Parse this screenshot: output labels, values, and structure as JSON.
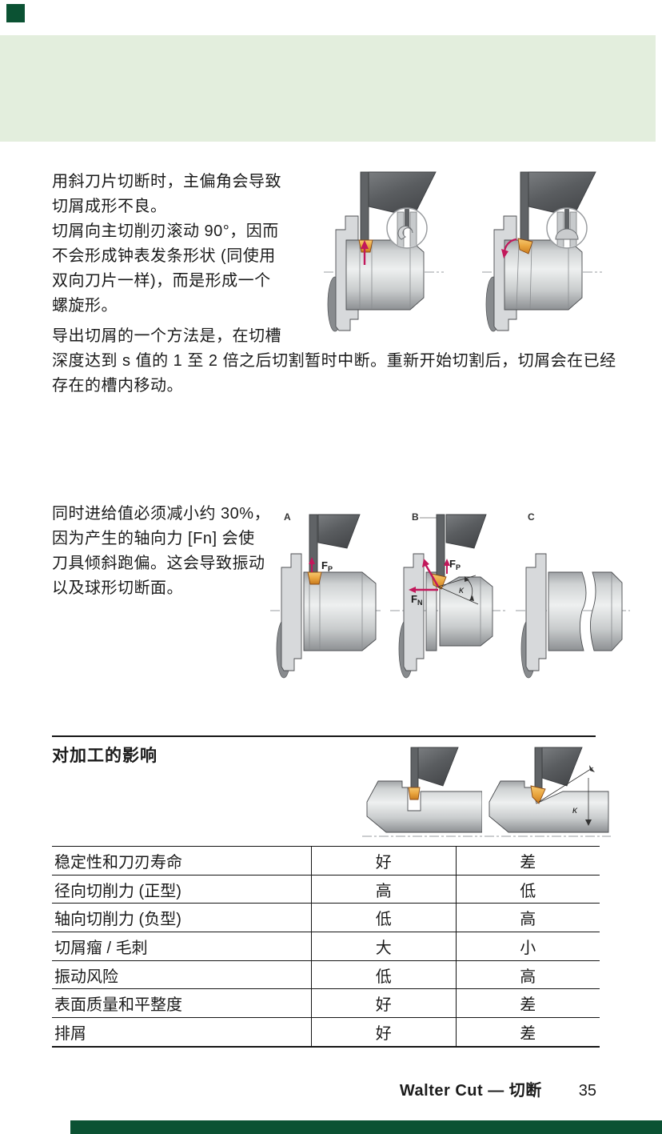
{
  "colors": {
    "band_green": "#e3eedd",
    "brand_green_dark": "#0b5233",
    "insert_orange": "#e9a53e",
    "arrow_magenta": "#c2185b",
    "steel_light": "#d7d9db",
    "holder_dark": "#5a5d60",
    "text": "#1b1b1b"
  },
  "content": {
    "paragraph1": "用斜刀片切断时，主偏角会导致\n切屑成形不良。\n切屑向主切削刃滚动 90°，因而\n不会形成钟表发条形状 (同使用\n双向刀片一样)，而是形成一个\n螺旋形。",
    "paragraph2": "导出切屑的一个方法是，在切槽\n深度达到 s 值的 1 至 2 倍之后切割暂时中断。重新开始切割后，切屑会在已经\n存在的槽内移动。",
    "paragraph3": "同时进给值必须减小约 30%，\n因为产生的轴向力 [Fn] 会使\n刀具倾斜跑偏。这会导致振动\n以及球形切断面。"
  },
  "figures": {
    "label_a": "A",
    "label_b": "B",
    "label_c": "C",
    "force_f": "F",
    "sub_p": "P",
    "sub_n": "N",
    "kappa": "κ"
  },
  "table": {
    "heading": "对加工的影响",
    "rows": [
      [
        "稳定性和刀刃寿命",
        "好",
        "差"
      ],
      [
        "径向切削力 (正型)",
        "高",
        "低"
      ],
      [
        "轴向切削力 (负型)",
        "低",
        "高"
      ],
      [
        "切屑瘤 / 毛刺",
        "大",
        "小"
      ],
      [
        "振动风险",
        "低",
        "高"
      ],
      [
        "表面质量和平整度",
        "好",
        "差"
      ],
      [
        "排屑",
        "好",
        "差"
      ]
    ]
  },
  "footer": {
    "title": "Walter Cut — 切断",
    "page": "35"
  }
}
